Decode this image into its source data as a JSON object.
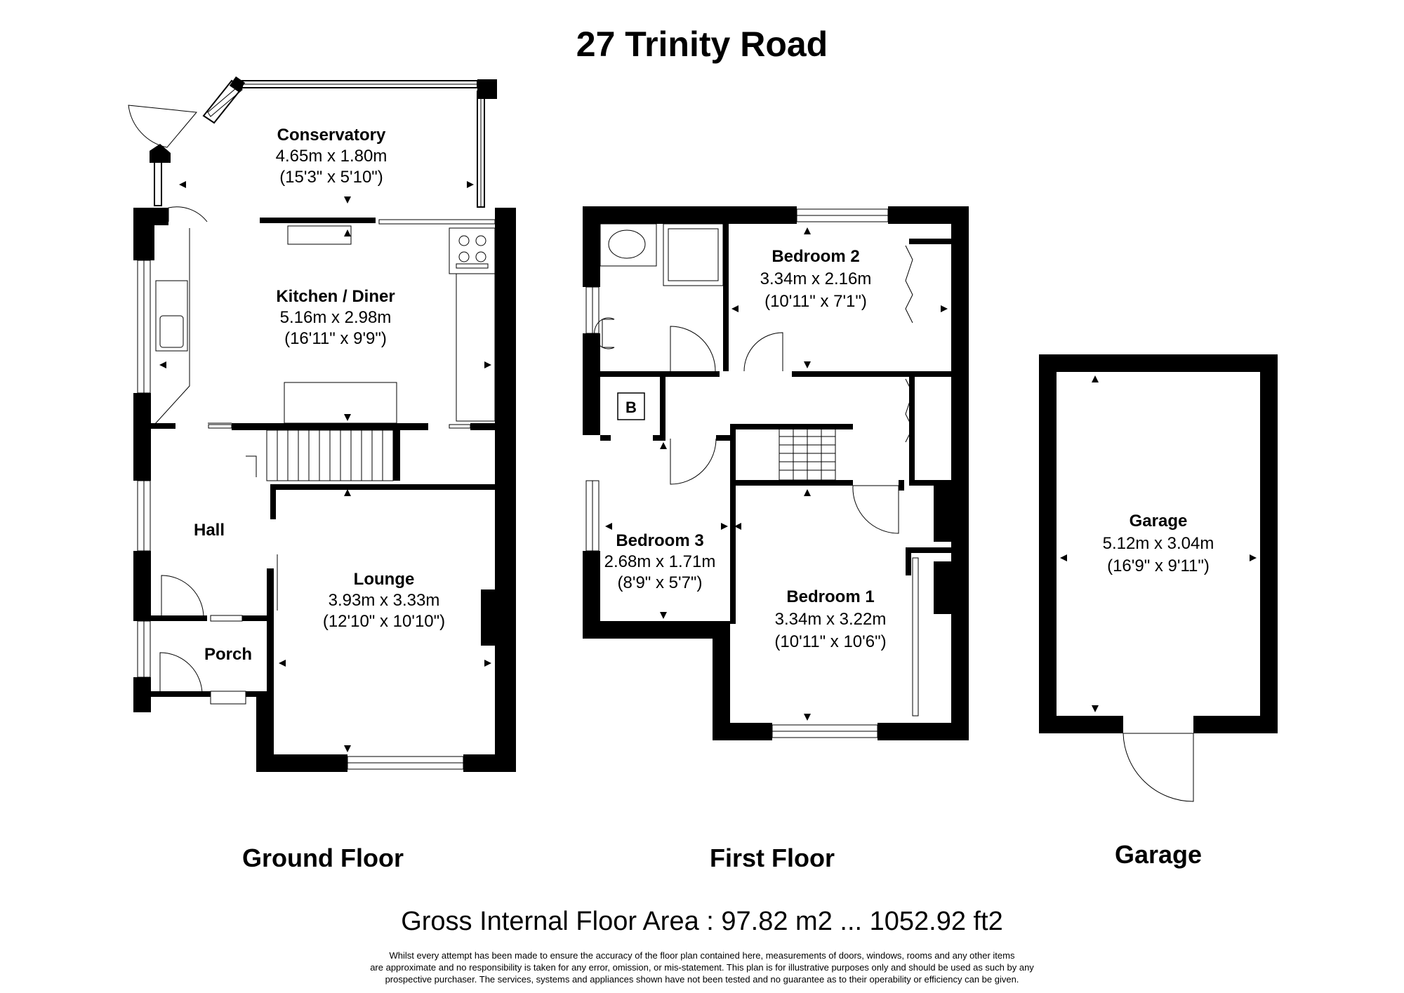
{
  "title": "27 Trinity Road",
  "rooms": {
    "conservatory": {
      "name": "Conservatory",
      "metric": "4.65m x 1.80m",
      "imperial": "(15'3\" x 5'10\")"
    },
    "kitchen": {
      "name": "Kitchen / Diner",
      "metric": "5.16m x 2.98m",
      "imperial": "(16'11\" x 9'9\")"
    },
    "hall": {
      "name": "Hall"
    },
    "lounge": {
      "name": "Lounge",
      "metric": "3.93m x 3.33m",
      "imperial": "(12'10\" x 10'10\")"
    },
    "porch": {
      "name": "Porch"
    },
    "bedroom2": {
      "name": "Bedroom 2",
      "metric": "3.34m x 2.16m",
      "imperial": "(10'11\" x 7'1\")"
    },
    "bedroom3": {
      "name": "Bedroom 3",
      "metric": "2.68m x 1.71m",
      "imperial": "(8'9\" x 5'7\")"
    },
    "bedroom1": {
      "name": "Bedroom 1",
      "metric": "3.34m x 3.22m",
      "imperial": "(10'11\" x 10'6\")"
    },
    "garage": {
      "name": "Garage",
      "metric": "5.12m x 3.04m",
      "imperial": "(16'9\" x 9'11\")"
    }
  },
  "boiler_label": "B",
  "floors": {
    "ground": "Ground Floor",
    "first": "First Floor",
    "garage": "Garage"
  },
  "area": "Gross Internal Floor Area : 97.82 m2 ... 1052.92 ft2",
  "disclaimer": [
    "Whilst every attempt has been made to ensure the accuracy of the floor plan contained here, measurements of doors, windows, rooms and any other items",
    "are approximate and no responsibility is taken for any error, omission, or mis-statement. This plan is for illustrative purposes only and should be used as such by any",
    "prospective purchaser. The services, systems and appliances shown have not been tested and no guarantee as to their operability or efficiency can be given."
  ]
}
